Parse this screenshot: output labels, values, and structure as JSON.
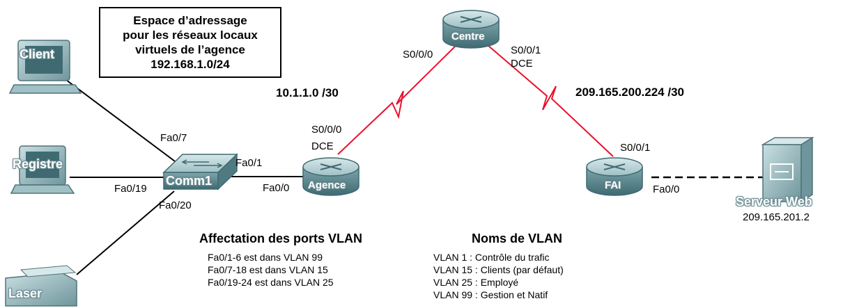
{
  "address_box": {
    "lines": [
      "Espace d’adressage",
      "pour les réseaux locaux",
      "virtuels de l’agence",
      "192.168.1.0/24"
    ]
  },
  "devices": {
    "client": "Client",
    "registre": "Registre",
    "laser": "Laser",
    "switch": "Comm1",
    "agence": "Agence",
    "centre": "Centre",
    "fai": "FAI",
    "web_server": "Serveur Web",
    "web_server_ip": "209.165.201.2"
  },
  "ports": {
    "switch_fa0_7": "Fa0/7",
    "switch_fa0_1": "Fa0/1",
    "switch_fa0_19": "Fa0/19",
    "switch_fa0_20": "Fa0/20",
    "agence_fa0_0": "Fa0/0",
    "agence_s000": "S0/0/0",
    "agence_dce": "DCE",
    "centre_s000": "S0/0/0",
    "centre_s001": "S0/0/1",
    "centre_dce": "DCE",
    "fai_s001": "S0/0/1",
    "fai_fa0_0": "Fa0/0"
  },
  "subnets": {
    "left_link": "10.1.1.0 /30",
    "right_link": "209.165.200.224 /30"
  },
  "vlan_ports": {
    "title": "Affectation des ports VLAN",
    "items": [
      "Fa0/1-6 est dans  VLAN 99",
      "Fa0/7-18 est dans VLAN 15",
      "Fa0/19-24 est dans  VLAN 25"
    ]
  },
  "vlan_names": {
    "title": "Noms de VLAN",
    "items": [
      "VLAN 1 :  Contrôle du trafic",
      "VLAN 15 :  Clients (par défaut)",
      "VLAN 25 :  Employé",
      "VLAN 99 :  Gestion et Natif"
    ]
  },
  "colors": {
    "serial_link": "#e8112d",
    "device_teal": "#5d8a91",
    "device_light": "#b6d2d6"
  }
}
